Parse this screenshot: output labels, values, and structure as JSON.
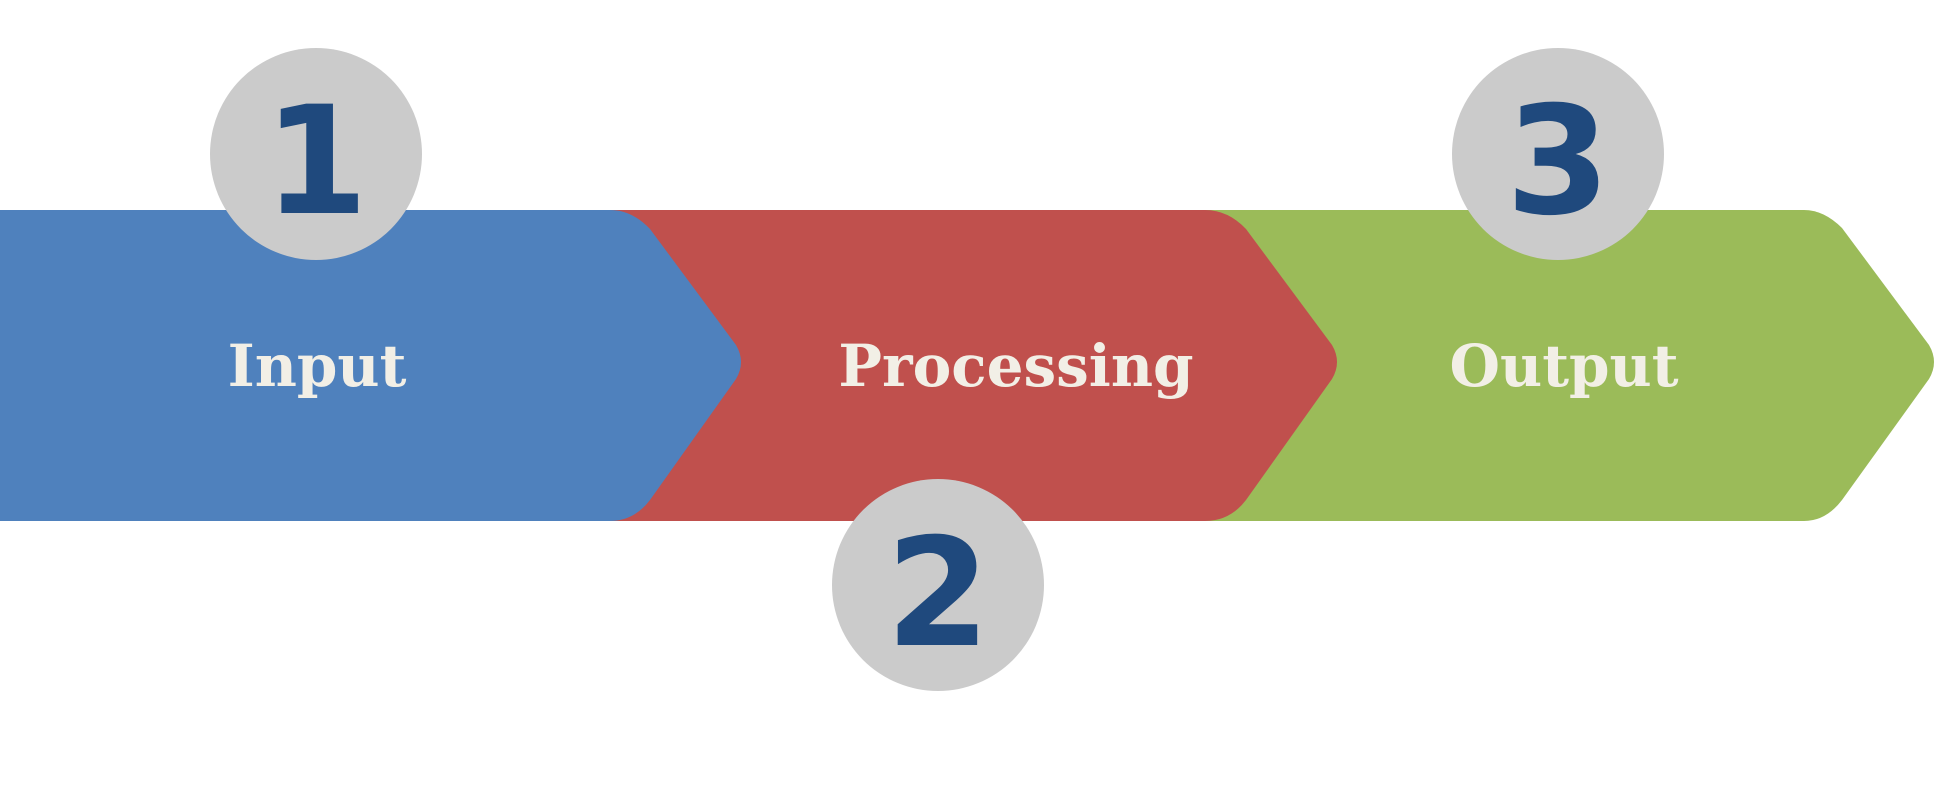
{
  "diagram": {
    "colors": {
      "circle_fill": "#cbcbcb",
      "number_color": "#1f497d",
      "label_color": "#f2efe6"
    },
    "steps": [
      {
        "number": "1",
        "label": "Input",
        "color": "#4f81bd",
        "badge_position": "top"
      },
      {
        "number": "2",
        "label": "Processing",
        "color": "#c0504d",
        "badge_position": "bottom"
      },
      {
        "number": "3",
        "label": "Output",
        "color": "#9bbb59",
        "badge_position": "top"
      }
    ]
  }
}
